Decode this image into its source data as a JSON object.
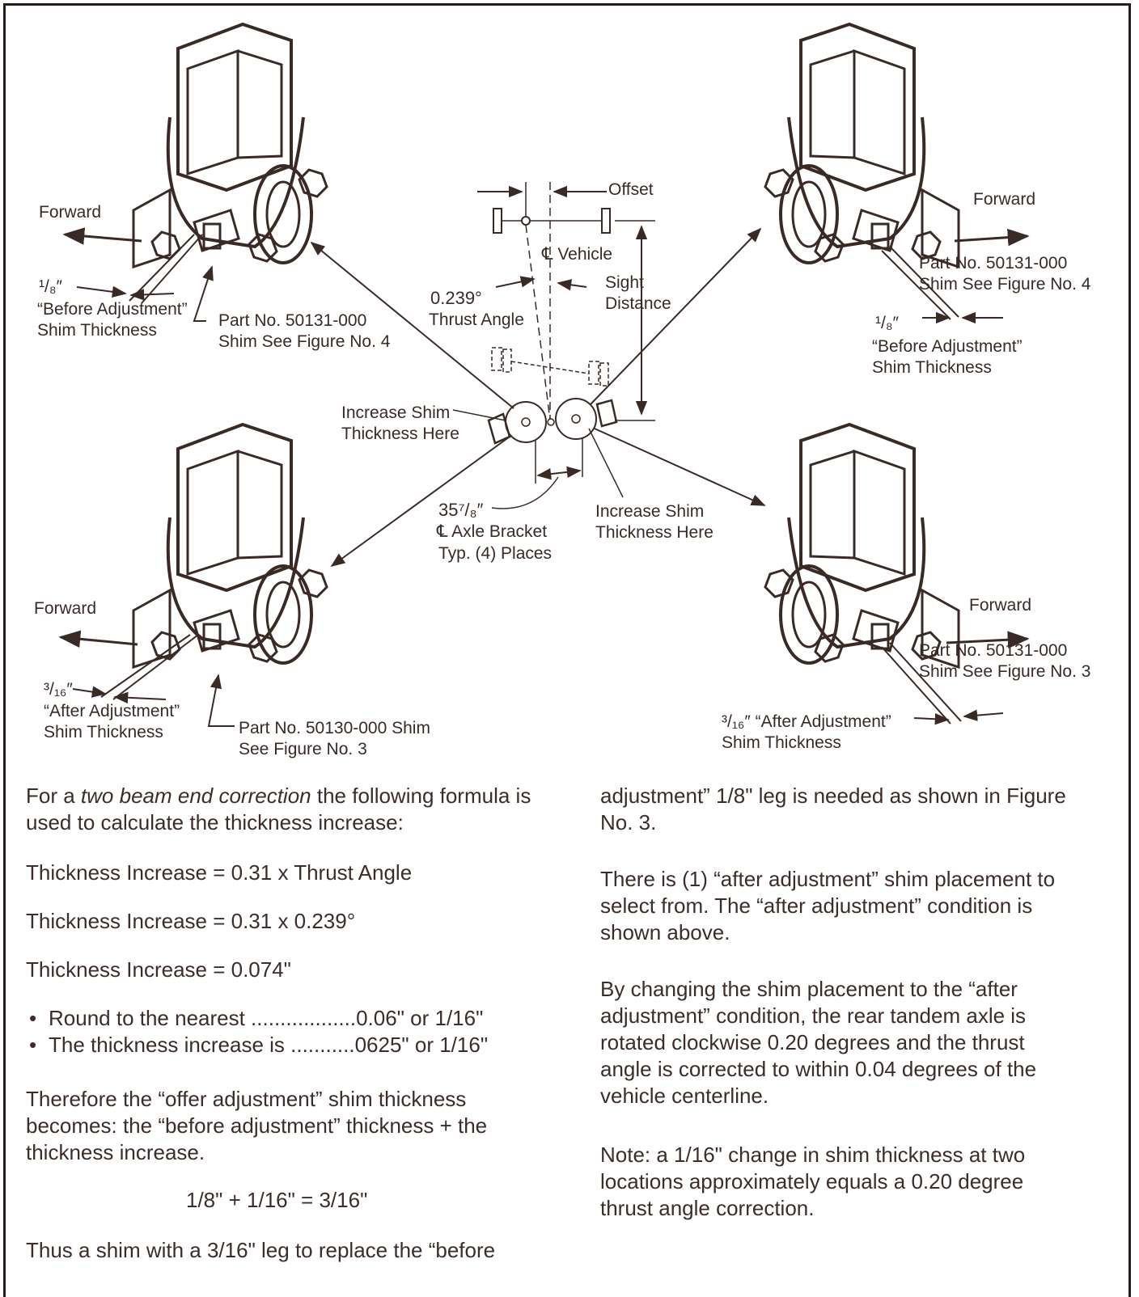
{
  "figure": {
    "center": {
      "offset": "Offset",
      "vehicle_cl": "℄ Vehicle",
      "thrust_angle_value": "0.239°",
      "thrust_angle_label": "Thrust Angle",
      "sight_distance": "Sight\nDistance",
      "increase_left": "Increase Shim\nThickness Here",
      "increase_right": "Increase Shim\nThickness Here",
      "bracket_dim": "35⁷/₈″",
      "axle_bracket": "℄ Axle Bracket",
      "typ_places": "Typ. (4) Places"
    },
    "top_left": {
      "forward": "Forward",
      "fraction": "¹/₈″",
      "before_label": "“Before Adjustment”\nShim Thickness",
      "part": "Part No. 50131-000\nShim See Figure No. 4"
    },
    "top_right": {
      "forward": "Forward",
      "fraction": "¹/₈″",
      "before_label": "“Before Adjustment”\nShim Thickness",
      "part": "Part No. 50131-000\nShim See Figure No. 4"
    },
    "bottom_left": {
      "forward": "Forward",
      "fraction": "³/₁₆″",
      "after_label": "“After Adjustment”\nShim Thickness",
      "part": "Part No. 50130-000 Shim\nSee Figure No. 3"
    },
    "bottom_right": {
      "forward": "Forward",
      "after_label": "³/₁₆″ “After Adjustment”\nShim Thickness",
      "part": "Part No. 50131-000\nShim See Figure No. 3"
    }
  },
  "text_left": {
    "intro_pre": "For a ",
    "intro_em": "two beam end correction",
    "intro_post": " the following formula is used to calculate the thickness increase:",
    "eq1": "Thickness Increase = 0.31 x Thrust Angle",
    "eq2": "Thickness Increase = 0.31 x 0.239°",
    "eq3": "Thickness Increase = 0.074\"",
    "bullet1": "Round to the nearest ..................0.06\" or 1/16\"",
    "bullet2": "The thickness increase is ...........0625\" or 1/16\"",
    "therefore": "Therefore the “offer adjustment” shim thickness becomes: the “before adjustment” thickness + the thickness increase.",
    "sum": "1/8\" + 1/16\" = 3/16\"",
    "thus": "Thus a shim with a 3/16\" leg to replace the “before"
  },
  "text_right": {
    "continued": "adjustment” 1/8\" leg is needed as shown in Figure No. 3.",
    "placement": "There is (1) “after adjustment” shim placement to select from. The “after adjustment” condition is shown above.",
    "changing": "By changing the shim placement to the “after adjustment” condition, the rear tandem axle is rotated clockwise 0.20 degrees and the thrust angle is corrected to within 0.04 degrees of the vehicle centerline.",
    "note": "Note: a 1/16\" change in shim thickness at two locations approximately equals a 0.20 degree thrust angle correction."
  },
  "colors": {
    "ink": "#3a2a26",
    "frame": "#2a1a18",
    "background": "#ffffff"
  }
}
